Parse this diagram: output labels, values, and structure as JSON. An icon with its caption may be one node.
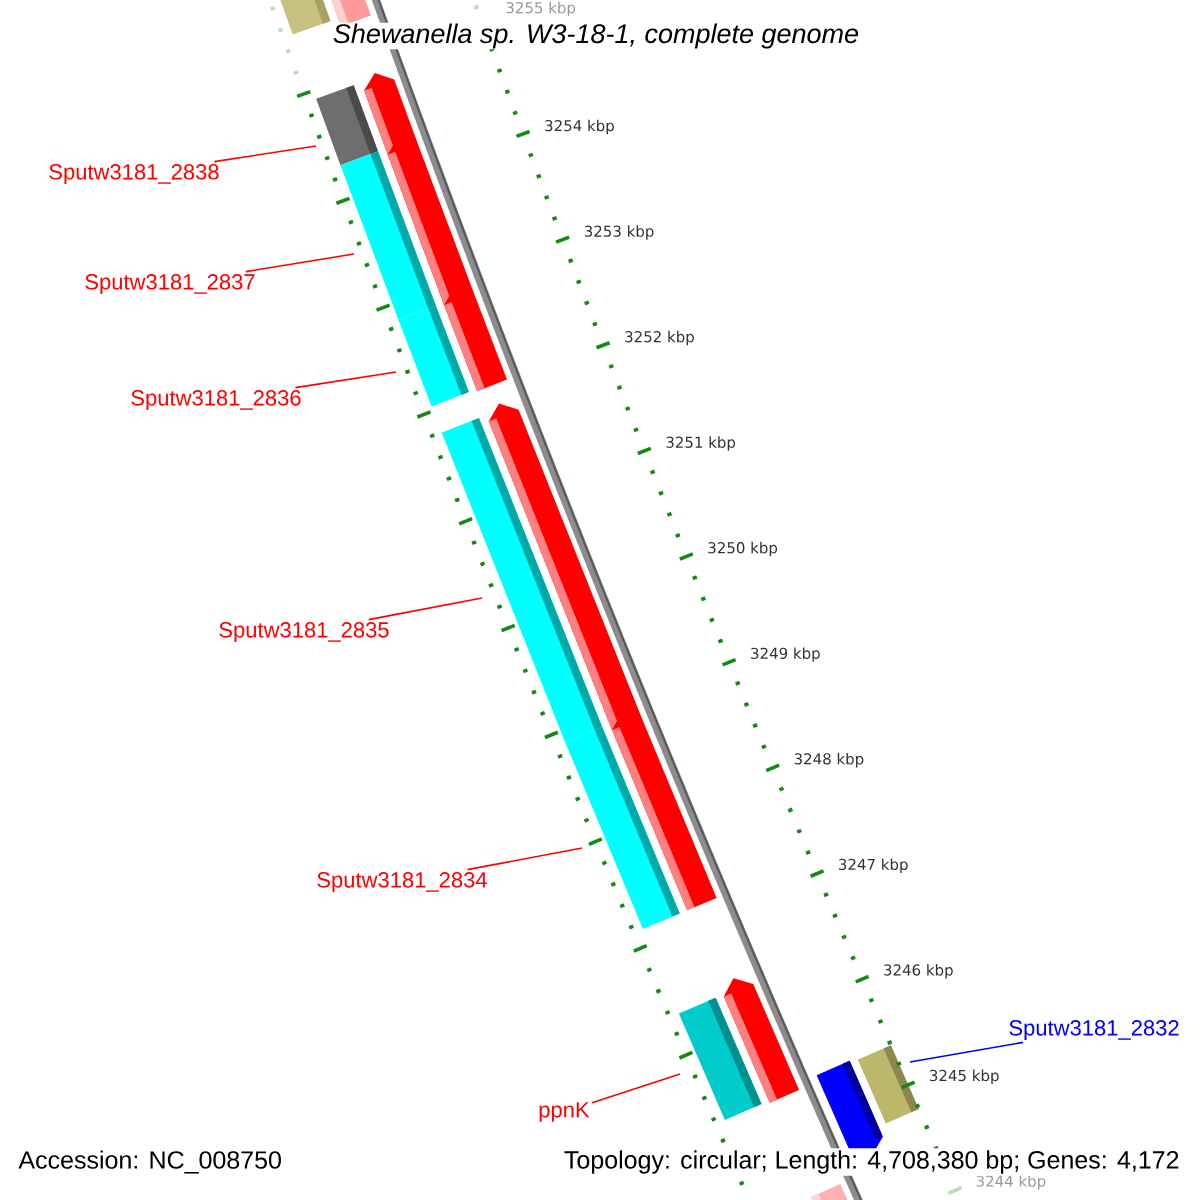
{
  "diagram": {
    "title": "Shewanella sp. W3-18-1, complete genome",
    "nodes": [
      {
        "text": [
          "Sputw3181_2838"
        ]
      },
      {
        "text": [
          "Sputw3181_2837"
        ]
      },
      {
        "text": [
          "Sputw3181_2836"
        ]
      },
      {
        "text": [
          "Sputw3181_2835"
        ]
      },
      {
        "text": [
          "Sputw3181_2834"
        ]
      },
      {
        "text": [
          "Sputw3181_2832"
        ]
      },
      {
        "text": [
          "ppnK"
        ]
      }
    ],
    "edges": [
      {
        "from": 0,
        "to": null,
        "arrow": "none"
      },
      {
        "from": 1,
        "to": null,
        "arrow": "none"
      },
      {
        "from": 2,
        "to": null,
        "arrow": "none"
      },
      {
        "from": 3,
        "to": null,
        "arrow": "none"
      },
      {
        "from": 4,
        "to": null,
        "arrow": "none"
      },
      {
        "from": 5,
        "to": null,
        "arrow": "none",
        "color": "#0000ff"
      },
      {
        "from": 6,
        "to": null,
        "arrow": "none"
      }
    ],
    "labels": [
      "3255 kbp",
      "3254 kbp",
      "3253 kbp",
      "3252 kbp",
      "3251 kbp",
      "3250 kbp",
      "3249 kbp",
      "3248 kbp",
      "3247 kbp",
      "3246 kbp",
      "3245 kbp",
      "3244 kbp",
      "Accession: NC_008750",
      "Topology: circular; Length: 4,708,380 bp; Genes: 4,172"
    ]
  }
}
